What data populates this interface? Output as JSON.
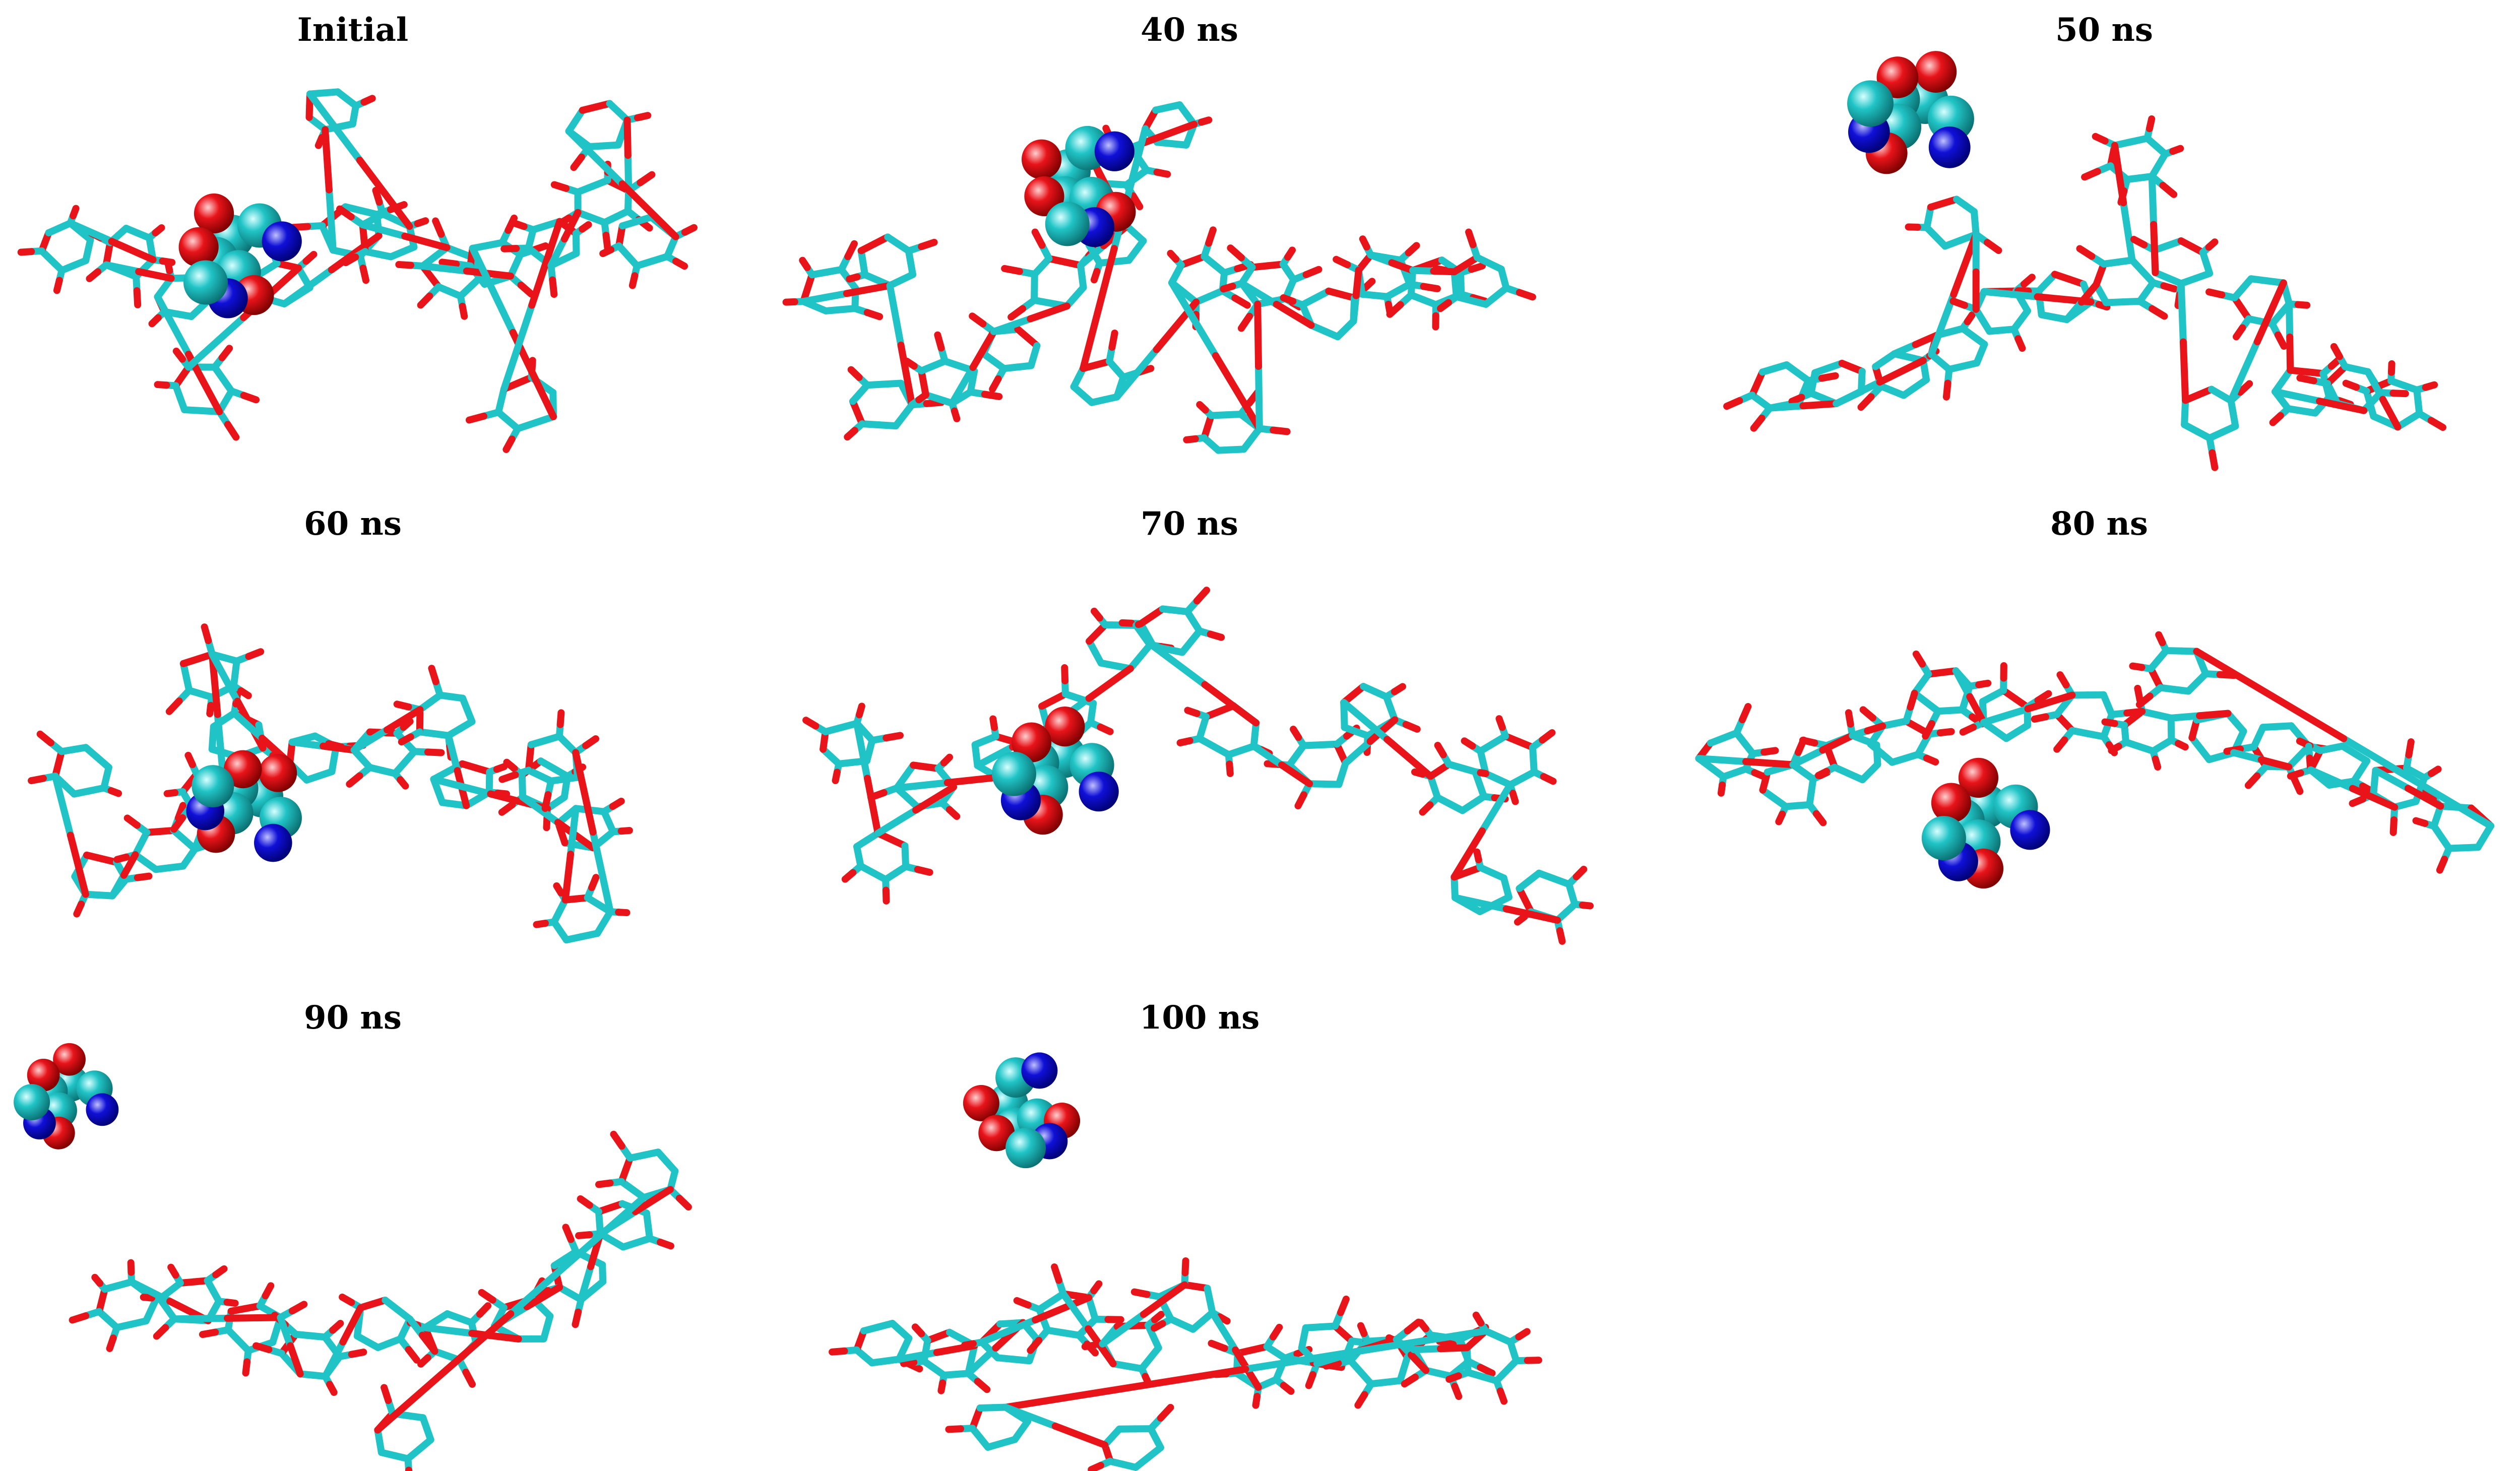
{
  "figure": {
    "panels": [
      {
        "id": "initial",
        "label": "Initial"
      },
      {
        "id": "40ns",
        "label": "40 ns"
      },
      {
        "id": "50ns",
        "label": "50 ns"
      },
      {
        "id": "60ns",
        "label": "60 ns"
      },
      {
        "id": "70ns",
        "label": "70 ns"
      },
      {
        "id": "80ns",
        "label": "80 ns"
      },
      {
        "id": "90ns",
        "label": "90 ns"
      },
      {
        "id": "100ns",
        "label": "100 ns"
      }
    ]
  },
  "colors": {
    "carbon": "#20c4c6",
    "oxygen": "#e8141a",
    "nitrogen": "#1010d8",
    "title": "#000000"
  }
}
